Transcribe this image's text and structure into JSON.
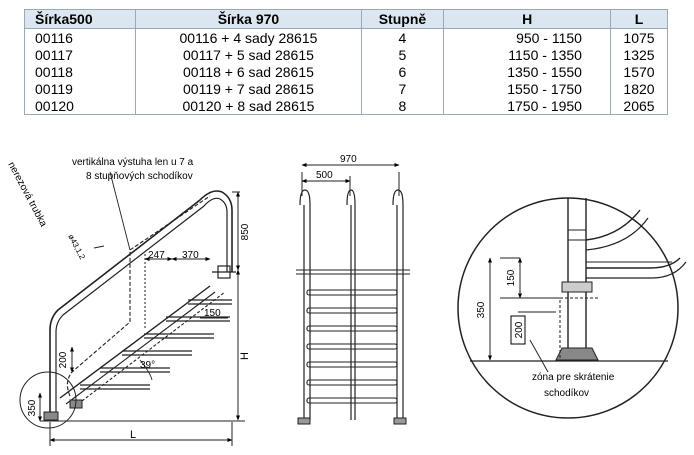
{
  "table": {
    "headers": [
      "Šírka500",
      "Šírka  970",
      "Stupně",
      "H",
      "L"
    ],
    "rows": [
      [
        "00116",
        "00116 + 4 sady 28615",
        "4",
        "950 - 1150",
        "1075"
      ],
      [
        "00117",
        "00117 + 5 sad 28615",
        "5",
        "1150 - 1350",
        "1325"
      ],
      [
        "00118",
        "00118 + 6 sad 28615",
        "6",
        "1350 - 1550",
        "1570"
      ],
      [
        "00119",
        "00119 + 7 sad 28615",
        "7",
        "1550 - 1750",
        "1820"
      ],
      [
        "00120",
        "00120 + 8 sad 28615",
        "8",
        "1750 - 1950",
        "2065"
      ]
    ]
  },
  "side_view": {
    "tube_label": "nerezová trubka",
    "tube_dim": "ø43,1,2",
    "note_line1": "vertikálna výstuha len u 7 a",
    "note_line2": "8 stupňových schodíkov",
    "dim_850": "850",
    "dim_247": "247",
    "dim_370": "370",
    "dim_150": "150",
    "dim_200": "200",
    "angle": "39°",
    "dim_H": "H",
    "dim_L": "L",
    "dim_350": "350"
  },
  "front_view": {
    "dim_970": "970",
    "dim_500": "500"
  },
  "detail_view": {
    "dim_150": "150",
    "dim_350": "350",
    "dim_200": "200",
    "zone_line1": "zóna pre skrátenie",
    "zone_line2": "schodíkov"
  }
}
